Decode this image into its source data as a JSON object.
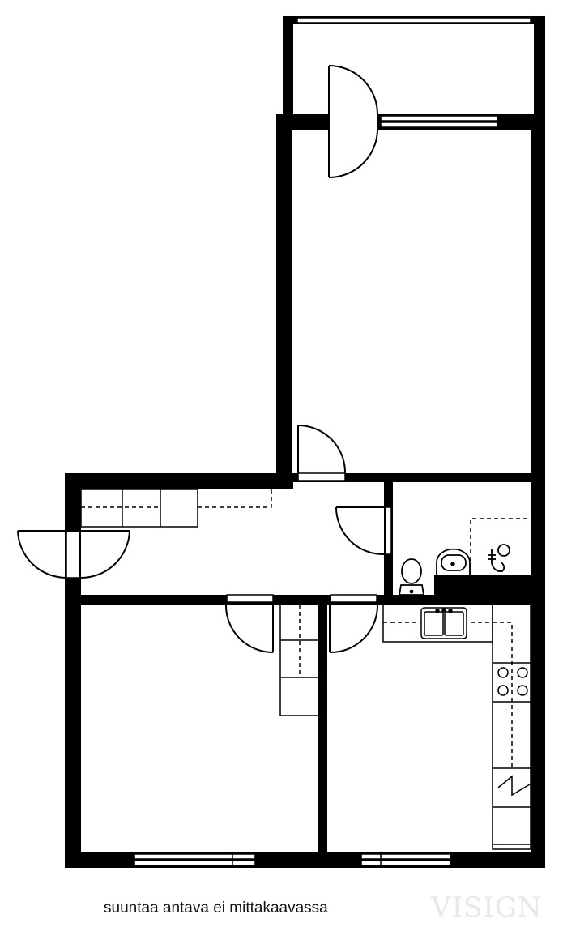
{
  "caption": "suuntaa antava ei mittakaavassa",
  "watermark": "VISIGN",
  "colors": {
    "wall": "#000000",
    "background": "#ffffff",
    "watermark": "#ebe7e6"
  },
  "plan": {
    "rooms": [
      "balcony",
      "living-room",
      "hallway",
      "bathroom",
      "bedroom",
      "kitchen"
    ],
    "fixtures": [
      "toilet",
      "washbasin",
      "shower",
      "kitchen-sink",
      "stove",
      "fridge",
      "wardrobes"
    ]
  }
}
